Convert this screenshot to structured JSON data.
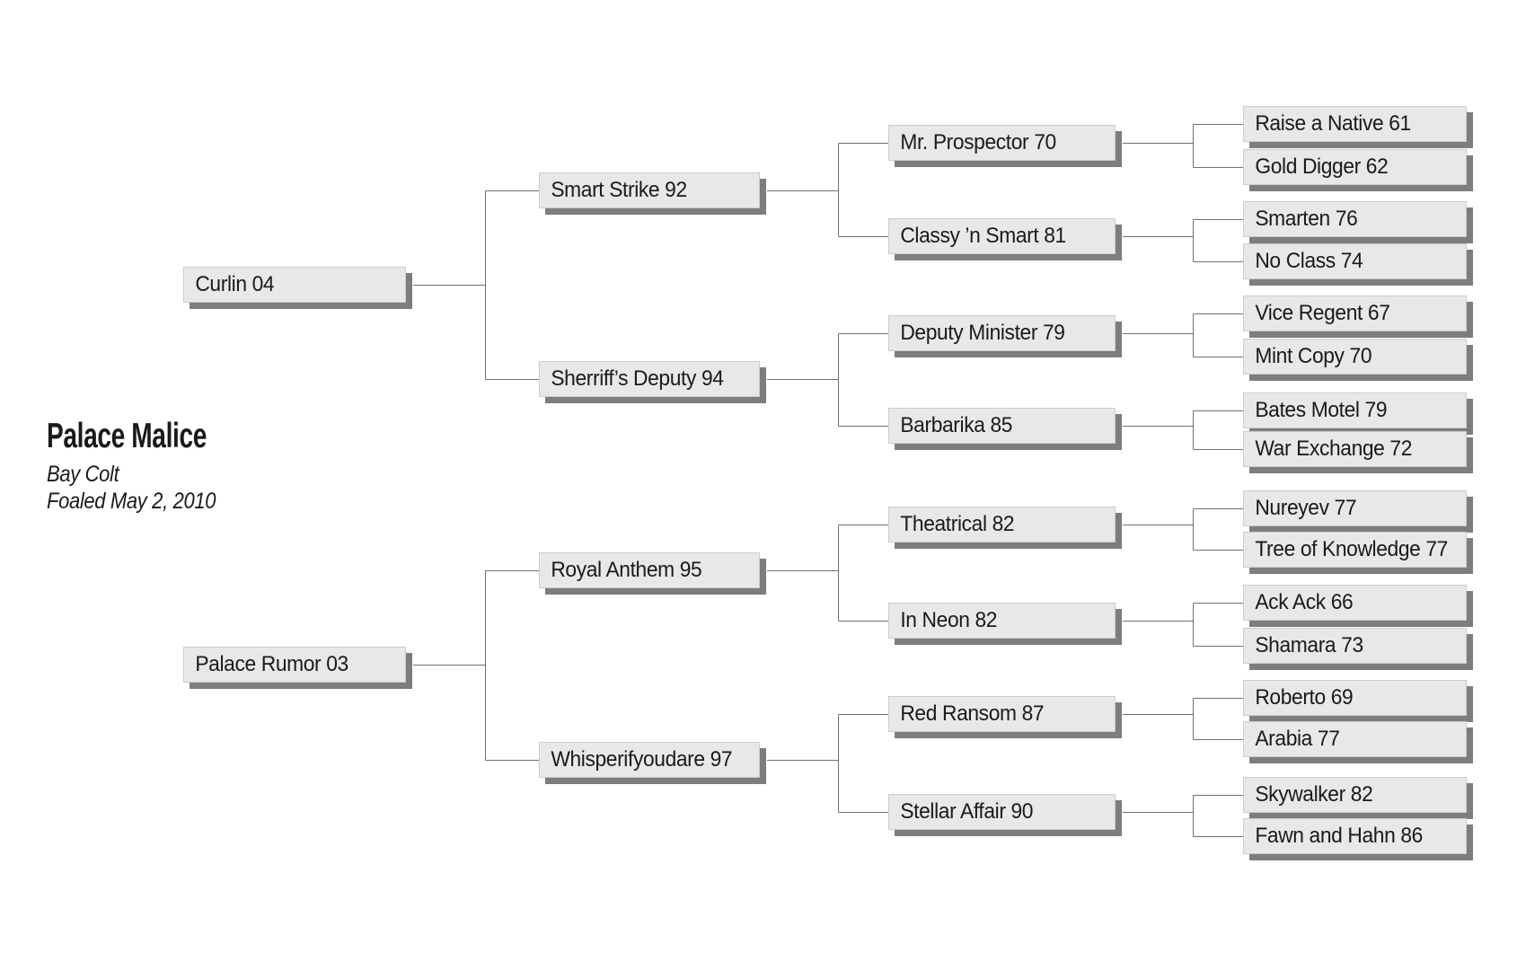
{
  "subject": {
    "name": "Palace Malice",
    "breed_sex": "Bay Colt",
    "foaled": "Foaled May 2, 2010"
  },
  "pedigree": {
    "gen1": [
      "Curlin 04",
      "Palace Rumor 03"
    ],
    "gen2": [
      "Smart Strike 92",
      "Sherriff’s Deputy 94",
      "Royal Anthem 95",
      "Whisperifyoudare 97"
    ],
    "gen3": [
      "Mr. Prospector 70",
      "Classy ’n Smart 81",
      "Deputy Minister 79",
      "Barbarika 85",
      "Theatrical 82",
      "In Neon 82",
      "Red Ransom 87",
      "Stellar Affair 90"
    ],
    "gen4": [
      "Raise a Native 61",
      "Gold Digger 62",
      "Smarten 76",
      "No Class 74",
      "Vice Regent 67",
      "Mint Copy 70",
      "Bates Motel 79",
      "War Exchange 72",
      "Nureyev 77",
      "Tree of Knowledge 77",
      "Ack Ack 66",
      "Shamara 73",
      "Roberto 69",
      "Arabia 77",
      "Skywalker 82",
      "Fawn and Hahn 86"
    ]
  },
  "colors": {
    "background": "#ffffff",
    "box_fill": "#e8e8e8",
    "box_border": "#cccccc",
    "box_shadow": "#7d7d7d",
    "connector_line": "#707070",
    "text": "#1a1a1a"
  }
}
